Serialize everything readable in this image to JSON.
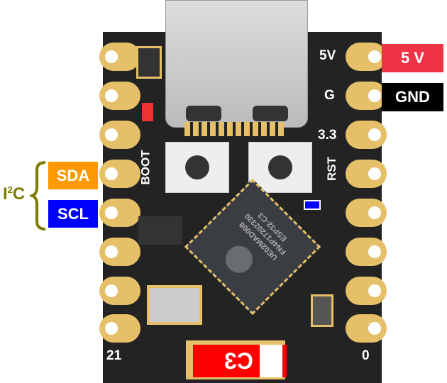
{
  "board_labels": {
    "pin_5v": "5V",
    "pin_g": "G",
    "pin_33": "3.3",
    "rst": "RST",
    "boot": "BOOT",
    "pin_21": "21",
    "pin_0": "0",
    "logo": "C3"
  },
  "chip_text": [
    "ESP32-C3",
    "FN4P17202330",
    "UE02MAD008"
  ],
  "callouts": {
    "five_v": {
      "label": "5 V",
      "color": "#ee3344"
    },
    "gnd": {
      "label": "GND",
      "color": "#000000"
    },
    "sda": {
      "label": "SDA",
      "color": "#ff9900"
    },
    "scl": {
      "label": "SCL",
      "color": "#0000ff"
    },
    "i2c_group": {
      "label_main": "I",
      "label_sup": "2",
      "label_end": "C",
      "color": "#7f7a00"
    }
  }
}
